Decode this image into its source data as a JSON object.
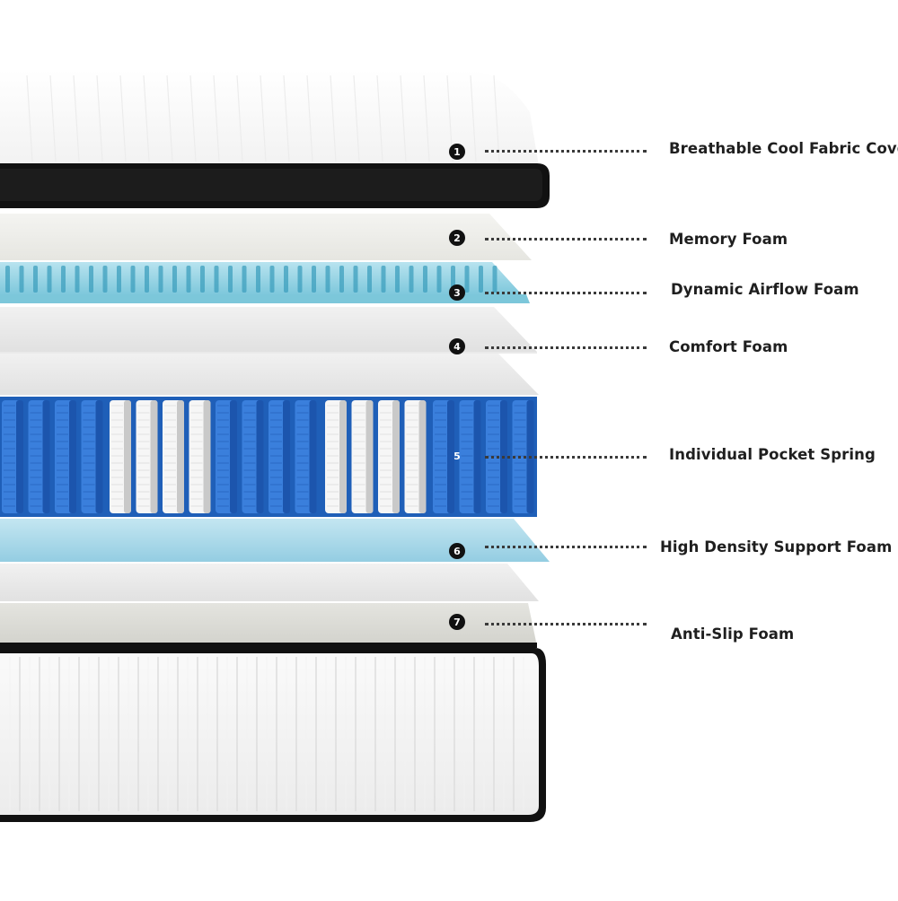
{
  "diagram": {
    "layers": [
      {
        "number": "1",
        "label": "Breathable Cool Fabric Cover"
      },
      {
        "number": "2",
        "label": "Memory Foam"
      },
      {
        "number": "3",
        "label": "Dynamic  Airflow Foam"
      },
      {
        "number": "4",
        "label": "Comfort Foam"
      },
      {
        "number": "5",
        "label": "Individual Pocket Spring"
      },
      {
        "number": "6",
        "label": "High Density Support Foam"
      },
      {
        "number": "7",
        "label": "Anti-Slip Foam"
      }
    ]
  },
  "colors": {
    "cover_white": "#f7f7f7",
    "border_black": "#111111",
    "memory_foam": "#eeeeea",
    "airflow_blue": "#7ec8dc",
    "comfort_gray": "#e9e9e9",
    "spring_blue": "#2f72d0",
    "spring_white": "#f0f0f0",
    "support_blue": "#a9d6e6",
    "antislip_gray": "#dcdcd6"
  }
}
